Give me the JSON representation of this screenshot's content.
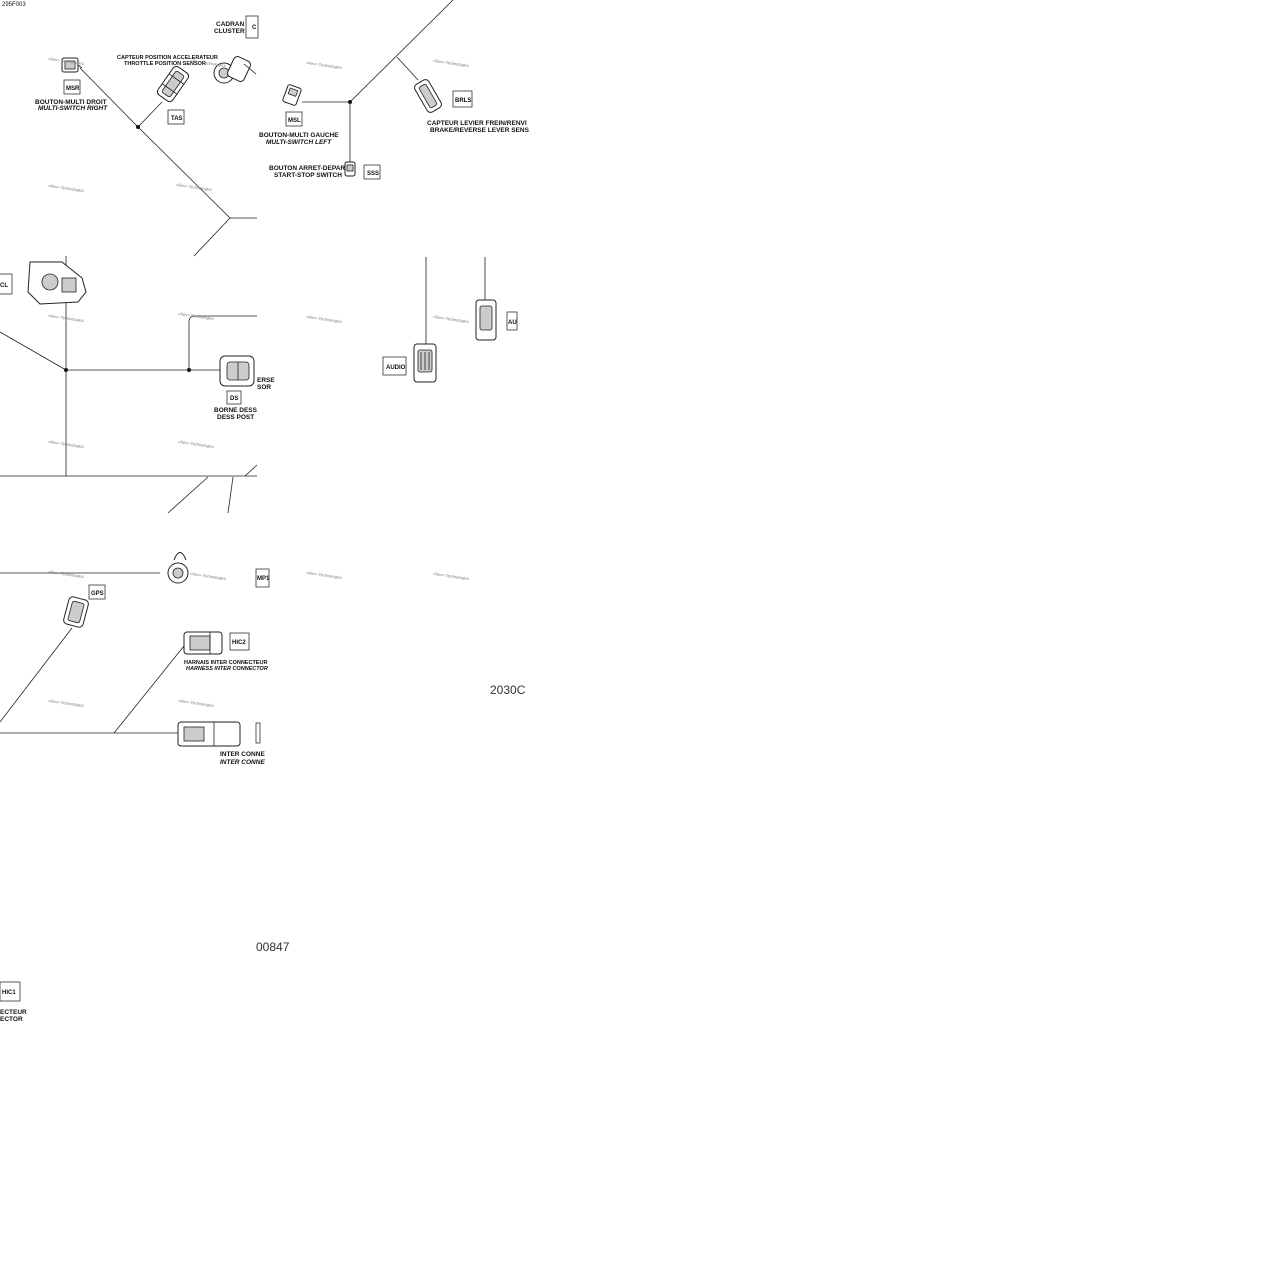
{
  "figure_id": "295F003",
  "connector_codes": {
    "msr": "MSR",
    "tas": "TAS",
    "msl": "MSL",
    "brls": "BRLS",
    "sss": "SSS",
    "ds": "DS",
    "audio": "AUDIO",
    "gps": "GPS",
    "hic2": "HIC2",
    "hic1": "HIC1",
    "cluster_code_partial": "C",
    "ecm_code_partial": "CL",
    "right_code_partial": "AU",
    "mp1_partial": "MP1"
  },
  "labels": {
    "cadran": "CADRAN",
    "cluster": "CLUSTER",
    "tps_fr": "CAPTEUR POSITION ACCELERATEUR",
    "tps_en": "THROTTLE POSITION SENSOR",
    "msr_fr": "BOUTON-MULTI DROIT",
    "msr_en": "MULTI-SWITCH RIGHT",
    "msl_fr": "BOUTON-MULTI GAUCHE",
    "msl_en": "MULTI-SWITCH LEFT",
    "sss_fr": "BOUTON ARRET-DEPART",
    "sss_en": "START-STOP SWITCH",
    "brls_fr": "CAPTEUR LEVIER FREIN/RENVI",
    "brls_en": "BRAKE/REVERSE LEVER SENS",
    "reverse_partial_1": "ERSE",
    "reverse_partial_2": "SOR",
    "ds_fr": "BORNE DESS",
    "ds_en": "DESS POST",
    "hic2_fr": "HARNAIS INTER CONNECTEUR",
    "hic2_en": "HARNESS INTER CONNECTOR",
    "inter_fr": "INTER CONNE",
    "inter_en": "INTER CONNE",
    "hic1_fr_partial": "ECTEUR",
    "hic1_en_partial": "ECTOR"
  },
  "watermark": "«Rev» Technologies",
  "part_numbers": {
    "right_partial": "2030C",
    "bottom_partial": "00847"
  }
}
